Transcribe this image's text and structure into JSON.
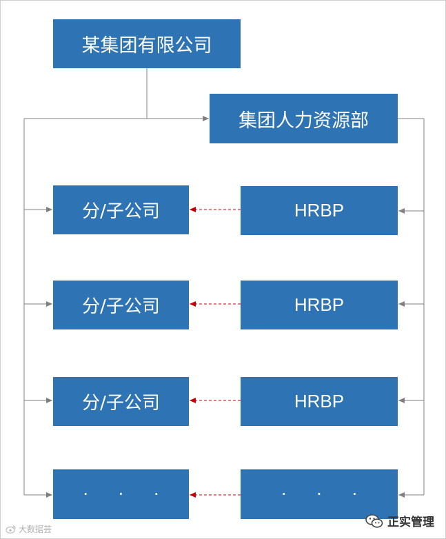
{
  "root": {
    "label": "某集团有限公司"
  },
  "hr_dept": {
    "label": "集团人力资源部"
  },
  "subsidiaries": [
    {
      "label": "分/子公司"
    },
    {
      "label": "分/子公司"
    },
    {
      "label": "分/子公司"
    },
    {
      "label": "· · ·"
    }
  ],
  "hrbps": [
    {
      "label": "HRBP"
    },
    {
      "label": "HRBP"
    },
    {
      "label": "HRBP"
    },
    {
      "label": "· · ·"
    }
  ],
  "watermark": {
    "text": "大数据芸"
  },
  "brand": {
    "text": "正实管理"
  },
  "colors": {
    "box_fill": "#2e74b5",
    "connector": "#7f7f7f",
    "dashed_arrow": "#c00000"
  }
}
